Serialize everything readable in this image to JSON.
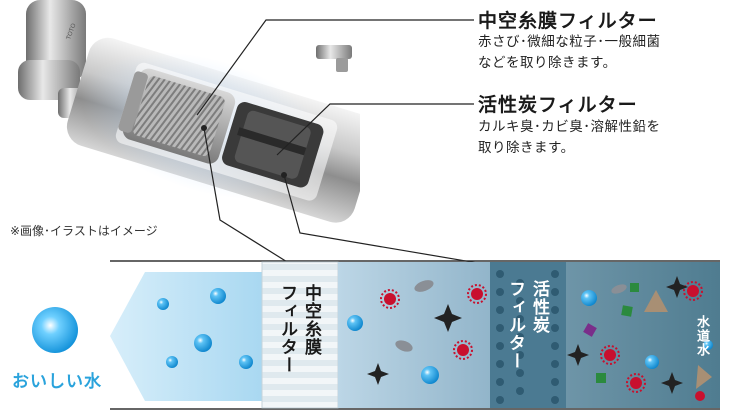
{
  "hollow_fiber": {
    "title": "中空糸膜フィルター",
    "desc_line1": "赤さび･微細な粒子･一般細菌",
    "desc_line2": "などを取り除きます。",
    "band_col1": "中空糸膜",
    "band_col2": "フィルター"
  },
  "activated_carbon": {
    "title": "活性炭フィルター",
    "desc_line1": "カルキ臭･カビ臭･溶解性鉛を",
    "desc_line2": "取り除きます。",
    "band_col1": "活性炭",
    "band_col2": "フィルター"
  },
  "note": "※画像･イラストはイメージ",
  "tap_water_label": "水道水",
  "clean_water_label": "おいしい水",
  "colors": {
    "zone_clean": "#a9d8f1",
    "zone_mid": "#a8c7dc",
    "zone_dirty": "#5c8799",
    "filter_band": "#e6eef2",
    "carbon_band": "#4b7a92",
    "bubble": "#1aa0e3",
    "contaminant_red": "#c8102e",
    "accent_blue": "#2aa3dc"
  }
}
